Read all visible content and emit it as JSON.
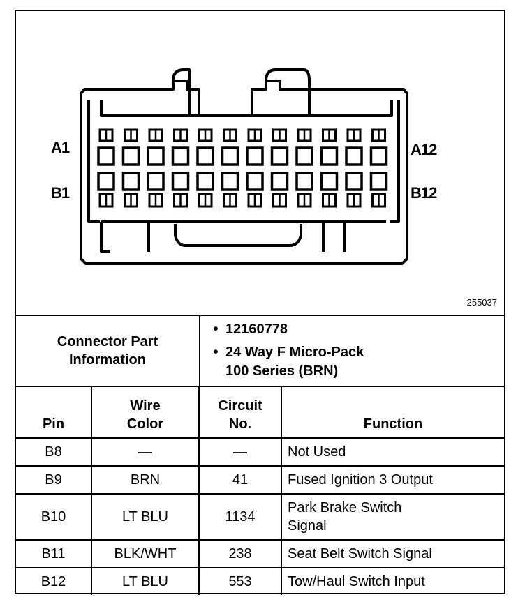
{
  "figure": {
    "id": "255037",
    "pin_labels": {
      "a1": "A1",
      "b1": "B1",
      "a12": "A12",
      "b12": "B12"
    }
  },
  "connector_info": {
    "label_line1": "Connector Part",
    "label_line2": "Information",
    "items": [
      [
        "12160778"
      ],
      [
        "24 Way F Micro-Pack",
        "100 Series (BRN)"
      ]
    ],
    "bullet": "•"
  },
  "table": {
    "headers": {
      "pin": "Pin",
      "wire_line1": "Wire",
      "wire_line2": "Color",
      "circuit_line1": "Circuit",
      "circuit_line2": "No.",
      "function": "Function"
    },
    "rows": [
      {
        "pin": "B8",
        "wire": "—",
        "circuit": "—",
        "function": [
          "Not Used"
        ]
      },
      {
        "pin": "B9",
        "wire": "BRN",
        "circuit": "41",
        "function": [
          "Fused Ignition 3 Output"
        ]
      },
      {
        "pin": "B10",
        "wire": "LT BLU",
        "circuit": "1134",
        "function": [
          "Park Brake Switch",
          "Signal"
        ]
      },
      {
        "pin": "B11",
        "wire": "BLK/WHT",
        "circuit": "238",
        "function": [
          "Seat Belt Switch Signal"
        ]
      },
      {
        "pin": "B12",
        "wire": "LT BLU",
        "circuit": "553",
        "function": [
          "Tow/Haul Switch Input"
        ]
      }
    ]
  }
}
